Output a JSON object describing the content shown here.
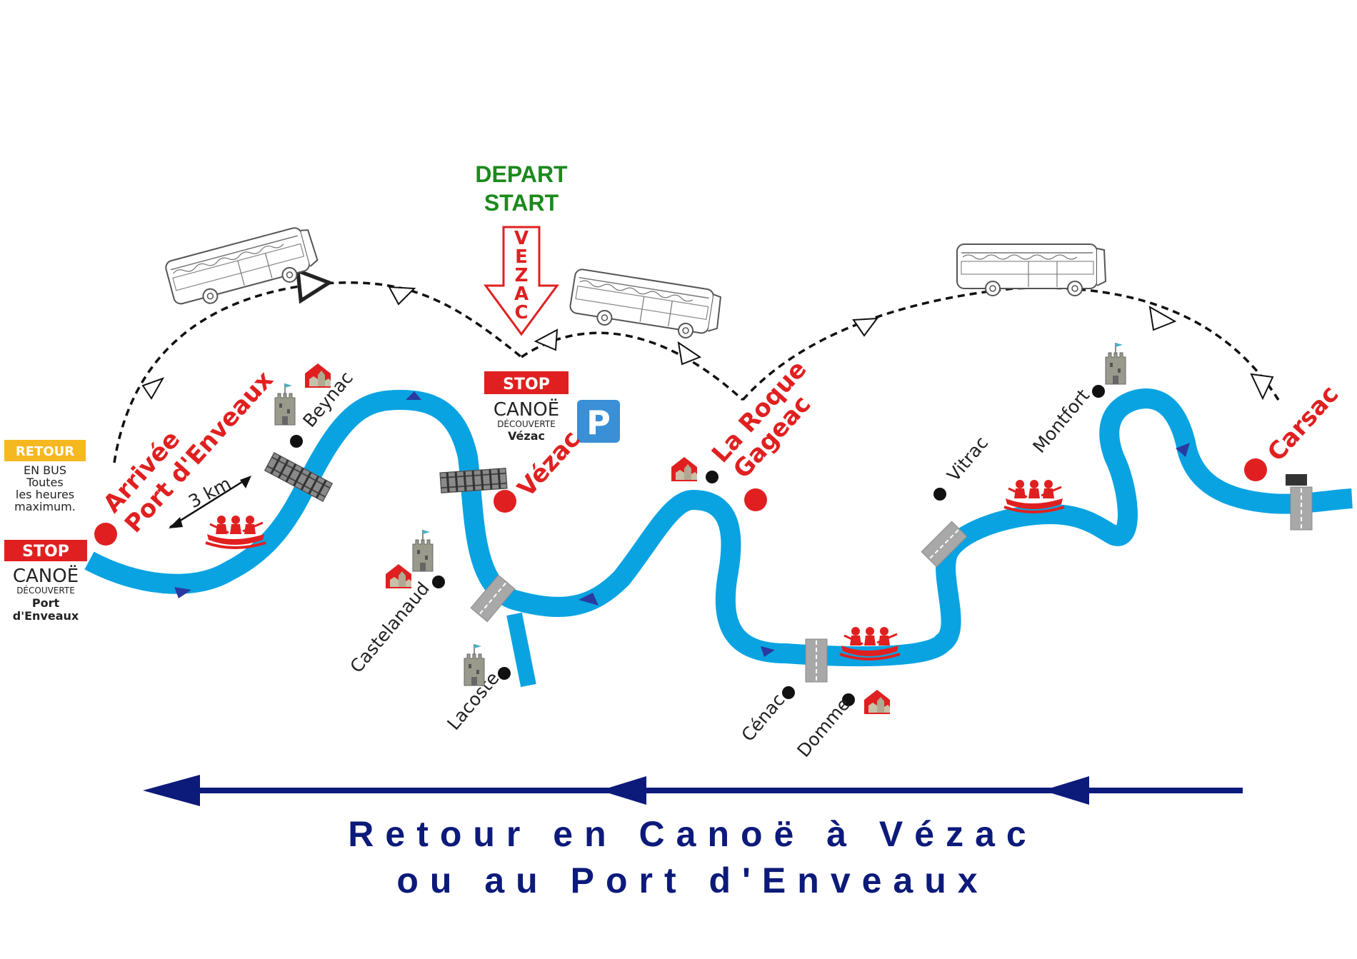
{
  "departure": {
    "line1": "DEPART",
    "line2": "START",
    "arrow_text": [
      "V",
      "E",
      "Z",
      "A",
      "C"
    ]
  },
  "towns": {
    "beynac": "Beynac",
    "castelnaud": "Castelanaud",
    "lacoste": "Lacoste",
    "cenac": "Cénac",
    "domme": "Domme",
    "vitrac": "Vitrac",
    "montfort": "Montfort"
  },
  "main_stops": {
    "arrivee_line1": "Arrivée",
    "arrivee_line2": "Port d'Enveaux",
    "vezac": "Vézac",
    "laroque_line1": "La Roque",
    "laroque_line2": "Gageac",
    "carsac": "Carsac"
  },
  "distance": "3 km",
  "stop_vezac": {
    "stop": "STOP",
    "canoe": "CANOË",
    "decouverte": "DÉCOUVERTE",
    "place": "Vézac",
    "parking": "P"
  },
  "stop_port": {
    "stop": "STOP",
    "canoe": "CANOË",
    "decouverte": "DÉCOUVERTE",
    "place_line1": "Port",
    "place_line2": "d'Enveaux"
  },
  "retour_box": {
    "title": "RETOUR",
    "line1": "EN BUS",
    "line2": "Toutes",
    "line3": "les heures",
    "line4": "maximum."
  },
  "footer": {
    "line1": "Retour en Canoë à Vézac",
    "line2": "ou au Port d'Enveaux"
  },
  "colors": {
    "river": "#0aa3e2",
    "red": "#e02020",
    "navy": "#0c1a7a",
    "green": "#1c8a1c",
    "retour_yellow": "#f5b820",
    "parking_blue": "#3a8fd6"
  },
  "icons": [
    "bus-icon",
    "castle-icon",
    "village-icon",
    "bridge-icon",
    "raft-icon",
    "parking-icon"
  ]
}
